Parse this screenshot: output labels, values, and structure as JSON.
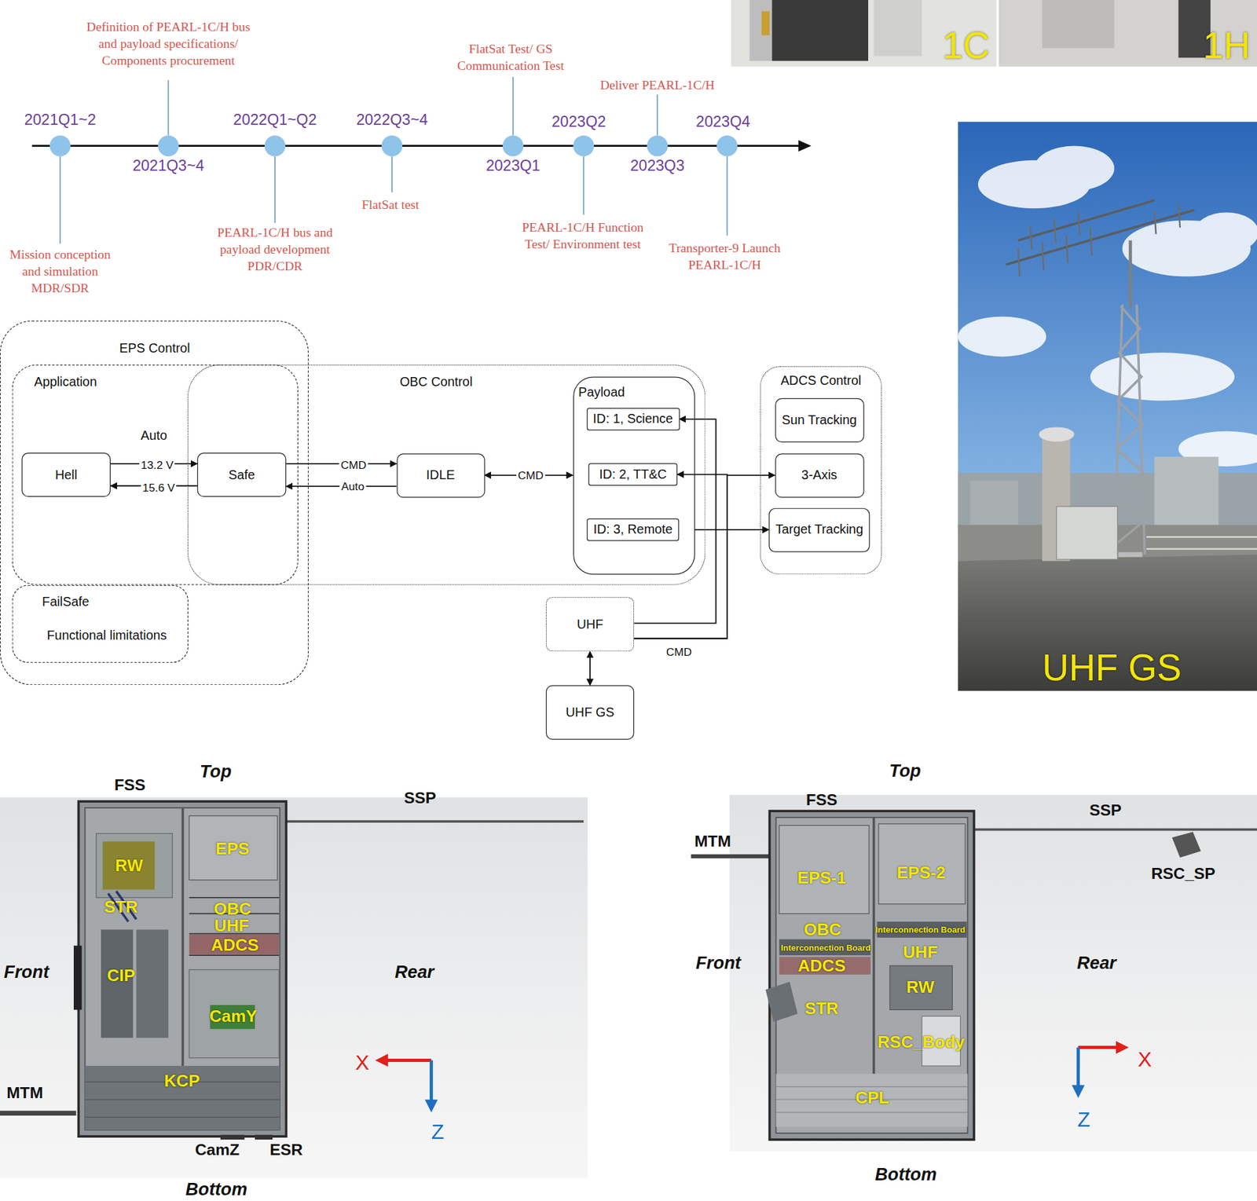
{
  "diagram": {
    "nodes": [
      {
        "text": [
          "EPS Control"
        ]
      },
      {
        "text": [
          "Application"
        ],
        "in": 0
      },
      {
        "text": [
          "Hell"
        ],
        "in": 1
      },
      {
        "text": [
          "Safe"
        ],
        "in": 1
      },
      {
        "text": [
          "FailSafe",
          "Functional limitations"
        ],
        "in": 0
      },
      {
        "text": [
          "OBC Control"
        ]
      },
      {
        "text": [
          "IDLE"
        ],
        "in": 5
      },
      {
        "text": [
          "Payload"
        ],
        "in": 5
      },
      {
        "text": [
          "ID: 1, Science"
        ],
        "in": 7
      },
      {
        "text": [
          "ID: 2, TT&C"
        ],
        "in": 7
      },
      {
        "text": [
          "ID: 3, Remote"
        ],
        "in": 7
      },
      {
        "text": [
          "ADCS Control"
        ]
      },
      {
        "text": [
          "Sun Tracking"
        ],
        "in": 11
      },
      {
        "text": [
          "3-Axis"
        ],
        "in": 11
      },
      {
        "text": [
          "Target Tracking"
        ],
        "in": 11
      },
      {
        "text": [
          "UHF"
        ]
      },
      {
        "text": [
          "UHF GS"
        ]
      }
    ],
    "edges": [
      {
        "from": 2,
        "to": 3,
        "arrow": "to",
        "label": "13.2 V"
      },
      {
        "from": 3,
        "to": 2,
        "arrow": "to",
        "label": "15.6 V"
      },
      {
        "from": 3,
        "to": 6,
        "arrow": "to",
        "label": "CMD"
      },
      {
        "from": 6,
        "to": 3,
        "arrow": "to",
        "label": "Auto"
      },
      {
        "from": 6,
        "to": 7,
        "arrow": "both",
        "label": "CMD"
      },
      {
        "from": 15,
        "to": 8,
        "arrow": "to"
      },
      {
        "from": 15,
        "to": 9,
        "arrow": "to",
        "label": "CMD"
      },
      {
        "from": 15,
        "to": 13,
        "arrow": "to"
      },
      {
        "from": 7,
        "to": 14,
        "arrow": "to"
      },
      {
        "from": 15,
        "to": 16,
        "arrow": "both"
      }
    ],
    "labels": [
      "2021Q1~2",
      "Definition of PEARL-1C/H bus and payload specifications/ Components procurement",
      "2021Q3~4",
      "2022Q1~Q2",
      "2022Q3~4",
      "FlatSat Test/ GS Communication Test",
      "2023Q1",
      "2023Q2",
      "Deliver PEARL-1C/H",
      "2023Q3",
      "2023Q4",
      "Mission conception and simulation MDR/SDR",
      "PEARL-1C/H bus and payload development PDR/CDR",
      "FlatSat test",
      "PEARL-1C/H Function Test/ Environment test",
      "Transporter-9 Launch PEARL-1C/H",
      "1C",
      "1H",
      "Auto",
      "UHF GS",
      "Top",
      "FSS",
      "SSP",
      "RW",
      "EPS",
      "STR",
      "OBC",
      "UHF",
      "ADCS",
      "Front",
      "CIP",
      "Rear",
      "CamY",
      "KCP",
      "MTM",
      "X",
      "Z",
      "CamZ",
      "ESR",
      "Bottom",
      "Top",
      "FSS",
      "SSP",
      "MTM",
      "EPS-1",
      "EPS-2",
      "RSC_SP",
      "Interconnection Board",
      "OBC",
      "Interconnection Board",
      "UHF",
      "Front",
      "ADCS",
      "Rear",
      "RW",
      "STR",
      "RSC_Body",
      "CPL",
      "X",
      "Z",
      "Bottom"
    ]
  }
}
